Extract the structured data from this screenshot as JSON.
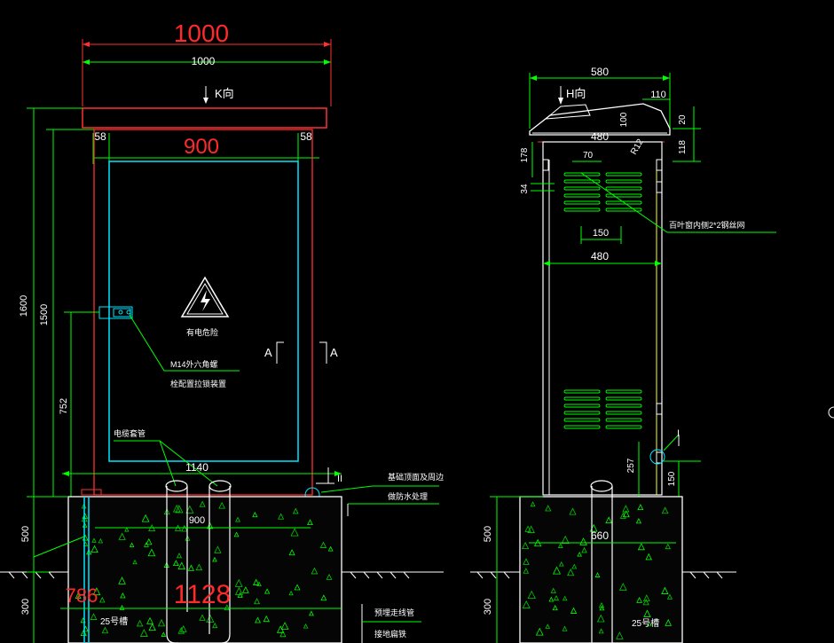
{
  "front_view": {
    "top_width_big": "1000",
    "top_width": "1000",
    "view_k": "K向",
    "side_left": "58",
    "inner_width_big": "900",
    "side_right": "58",
    "height_total": "1600",
    "height_body": "1500",
    "height_lower": "752",
    "warning_label": "有电危险",
    "bolt_label_1": "M14外六角螺",
    "bolt_label_2": "栓配置拉锁装置",
    "section_a_left": "A",
    "section_a_right": "A",
    "cable_label": "电缆套管",
    "base_width": "1140",
    "detail_ii": "II",
    "callout_1": "基础顶面及周边",
    "callout_2": "做防水处理",
    "inner_base": "900",
    "depth_500": "500",
    "depth_300": "300",
    "base_small": "786",
    "base_big": "1128",
    "rebar_label": "25号槽",
    "pipe_label_1": "预埋走线管",
    "pipe_label_2": "接地扁铁"
  },
  "side_view": {
    "top_width": "580",
    "view_h": "H向",
    "dim_110": "110",
    "dim_100": "100",
    "dim_20": "20",
    "dim_480_top": "480",
    "dim_118": "118",
    "dim_178": "178",
    "dim_70": "70",
    "dim_r12": "R12",
    "dim_34": "34",
    "vent_label": "百叶窗内侧2*2钢丝网",
    "dim_150": "150",
    "dim_480_mid": "480",
    "detail_i": "I",
    "dim_257": "257",
    "dim_150_low": "150",
    "depth_500": "500",
    "base_660": "660",
    "depth_300": "300",
    "rebar_label": "25号槽"
  }
}
